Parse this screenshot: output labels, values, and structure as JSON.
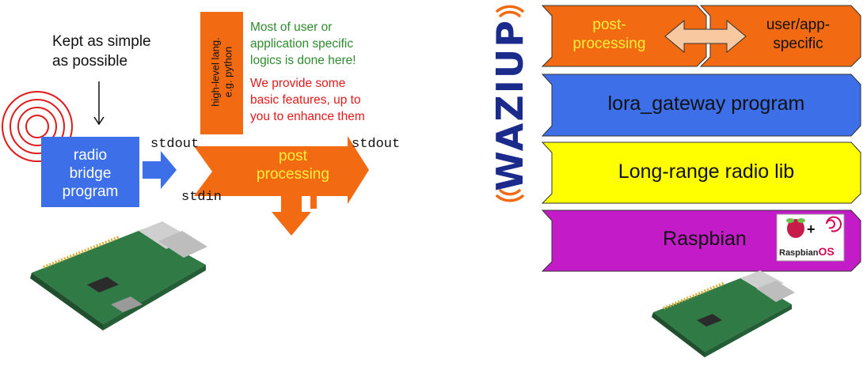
{
  "left": {
    "note_line1": "Kept as simple",
    "note_line2": "as possible",
    "radio_box": [
      "radio",
      "bridge",
      "program"
    ],
    "post_box": [
      "post",
      "processing"
    ],
    "stdout_1": "stdout",
    "stdout_2": "stdout",
    "stdin": "stdin",
    "hl_lang_line1": "high-level lang.",
    "hl_lang_line2": "e.g. python",
    "green_text": [
      "Most of user or",
      "application specific",
      "logics is done here!"
    ],
    "red_text": [
      "We provide some",
      "basic features, up to",
      "you to enhance them"
    ]
  },
  "right": {
    "logo_text": "WAZIUP",
    "top_left": [
      "post-",
      "processing"
    ],
    "top_right": [
      "user/app-",
      "specific"
    ],
    "layer_gateway": "lora_gateway program",
    "layer_radio": "Long-range radio lib",
    "layer_os": "Raspbian",
    "os_logo_text_1": "Raspbian",
    "os_logo_text_2": "OS",
    "os_logo_plus": "+"
  },
  "colors": {
    "orange": "#f26b12",
    "blue": "#3c6fe8",
    "yellow": "#ffff00",
    "magenta": "#c21bc7",
    "red": "#e01a1a",
    "green": "#2e8b2e",
    "board_green": "#2f7a45"
  }
}
